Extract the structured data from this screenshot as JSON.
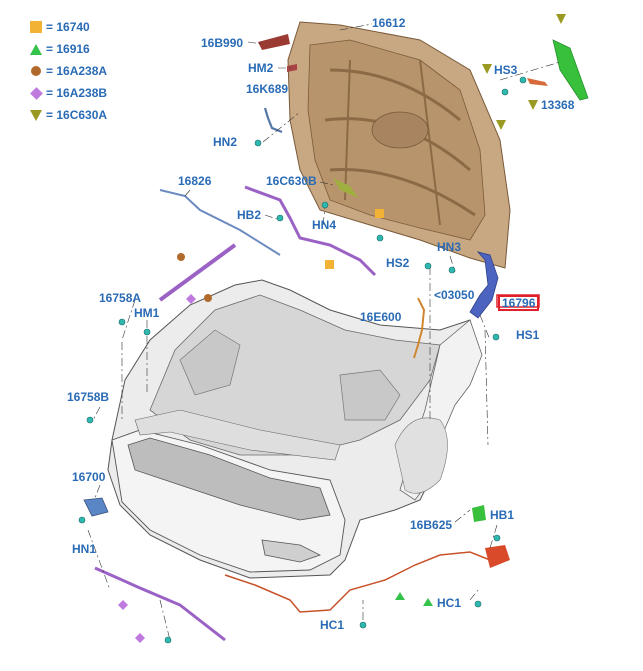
{
  "legend": [
    {
      "symbol": "square-orange",
      "label": "= 16740",
      "color": "#f2b233"
    },
    {
      "symbol": "triangle-green",
      "label": "= 16916",
      "color": "#33c24a"
    },
    {
      "symbol": "circle-brown",
      "label": "= 16A238A",
      "color": "#b06a2c"
    },
    {
      "symbol": "diamond-violet",
      "label": "= 16A238B",
      "color": "#c07adf"
    },
    {
      "symbol": "triangle-down-olive",
      "label": "= 16C630A",
      "color": "#9a9a22"
    }
  ],
  "callouts": {
    "c16612": "16612",
    "c16B990": "16B990",
    "cHM2": "HM2",
    "c16K689": "16K689",
    "cHN2": "HN2",
    "cHS3": "HS3",
    "c13368": "13368",
    "c16826": "16826",
    "c16C630B": "16C630B",
    "cHB2": "HB2",
    "cHN4": "HN4",
    "cHN3": "HN3",
    "cHS2": "HS2",
    "c03050": "<03050",
    "c16796": "16796",
    "c16758A": "16758A",
    "cHM1": "HM1",
    "c16E600": "16E600",
    "cHS1": "HS1",
    "c16758B": "16758B",
    "c16700": "16700",
    "cHN1": "HN1",
    "c16B625": "16B625",
    "cHB1": "HB1",
    "cHC1a": "HC1",
    "cHC1b": "HC1"
  },
  "colors": {
    "label": "#2a6bb5",
    "highlight_box": "#e0212b",
    "hood": "#c7a882",
    "body": "#e8e8e8",
    "cable": "#c8522a",
    "rod": "#6b8ac0",
    "seal": "#9b62c6",
    "bracket": "#38c03c"
  }
}
